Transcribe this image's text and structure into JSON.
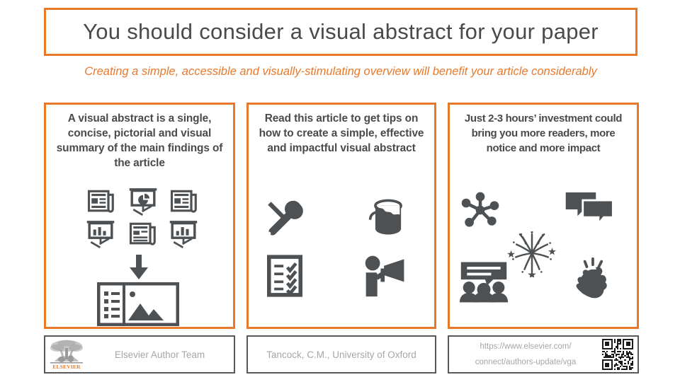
{
  "title": "You should consider a visual abstract for your paper",
  "subtitle": "Creating a simple, accessible and visually-stimulating overview will benefit your article considerably",
  "colors": {
    "accent_orange": "#E8792B",
    "icon_gray": "#4e5154",
    "heading_gray": "#4a4a4a",
    "footer_text_gray": "#a6a6a6",
    "footer_border_gray": "#595959"
  },
  "panels": [
    {
      "heading": "A visual abstract is a single, concise, pictorial and visual summary of the main findings of the article",
      "icons": [
        "newspaper-icon",
        "presentation-pie-chart-icon",
        "newspaper-icon",
        "presentation-bar-chart-icon",
        "newspaper-icon",
        "presentation-bar-chart-icon",
        "down-arrow-icon",
        "visual-abstract-slide-icon"
      ]
    },
    {
      "heading": "Read this article to get tips on how to create a simple, effective and impactful visual abstract",
      "icons": [
        "tools-icon",
        "paint-bucket-icon",
        "checklist-icon",
        "person-megaphone-icon"
      ]
    },
    {
      "heading": "Just 2-3 hours’ investment could bring you more readers, more notice and more impact",
      "icons": [
        "network-hub-icon",
        "speech-bubbles-icon",
        "fireworks-icon",
        "audience-icon",
        "clapping-hands-icon"
      ]
    }
  ],
  "footers": [
    {
      "logo": "elsevier-logo",
      "logo_word": "ELSEVIER",
      "text": "Elsevier Author Team"
    },
    {
      "text": "Tancock, C.M., University of Oxford"
    },
    {
      "url_line1": "https://www.elsevier.com/",
      "url_line2": "connect/authors-update/vga",
      "qr": "qr-code"
    }
  ]
}
